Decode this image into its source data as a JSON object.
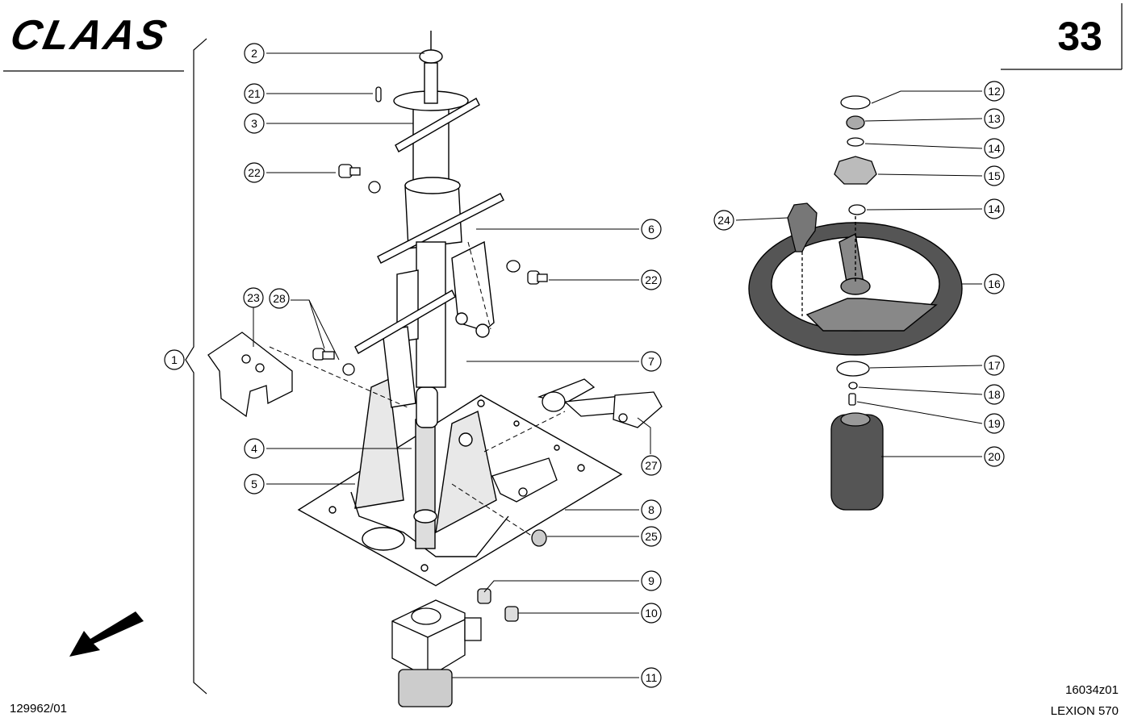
{
  "header": {
    "brand": "CLAAS",
    "page_number": "33"
  },
  "footer": {
    "document_number": "129962/01",
    "figure_code": "16034z01",
    "model": "LEXION 570"
  },
  "callouts": {
    "c1": "1",
    "c2": "2",
    "c21": "21",
    "c3": "3",
    "c22a": "22",
    "c22b": "22",
    "c6": "6",
    "c23": "23",
    "c28": "28",
    "c7": "7",
    "c4": "4",
    "c5": "5",
    "c8": "8",
    "c25": "25",
    "c27": "27",
    "c9": "9",
    "c10": "10",
    "c11": "11",
    "c12": "12",
    "c13": "13",
    "c14a": "14",
    "c15": "15",
    "c14b": "14",
    "c24": "24",
    "c16": "16",
    "c17": "17",
    "c18": "18",
    "c19": "19",
    "c20": "20"
  }
}
